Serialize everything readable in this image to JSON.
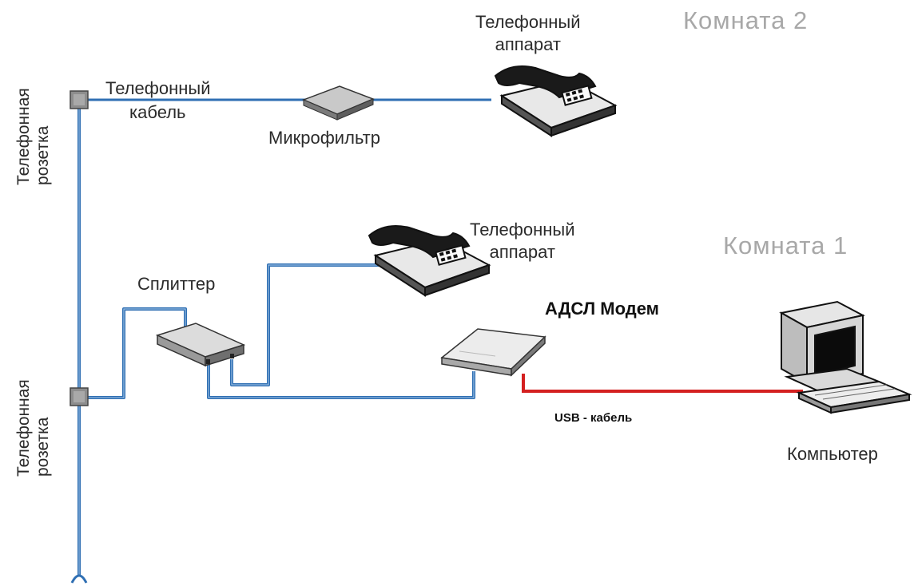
{
  "rooms": {
    "room2": "Комната 2",
    "room1": "Комната 1"
  },
  "socket_top": {
    "line1": "Телефонная",
    "line2": "розетка"
  },
  "socket_bottom": {
    "line1": "Телефонная",
    "line2": "розетка"
  },
  "cable": {
    "line1": "Телефонный",
    "line2": "кабель"
  },
  "microfilter": "Микрофильтр",
  "phone_top": {
    "line1": "Телефонный",
    "line2": "аппарат"
  },
  "phone_mid": {
    "line1": "Телефонный",
    "line2": "аппарат"
  },
  "splitter": "Сплиттер",
  "modem": "АДСЛ Модем",
  "usb_cable": "USB - кабель",
  "computer": "Компьютер",
  "colors": {
    "phone_line": "#2f6fb3",
    "usb_line": "#d42020",
    "room_label": "#a8a8a8"
  }
}
